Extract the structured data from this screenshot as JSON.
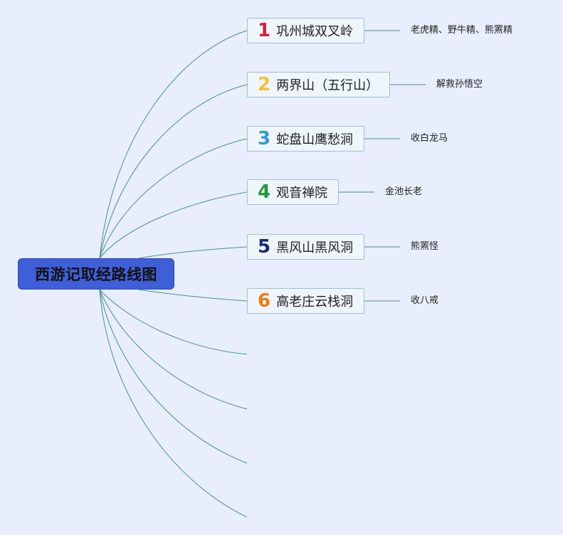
{
  "root": {
    "label": "西游记取经路线图"
  },
  "stops": [
    {
      "num": "1",
      "color": "#d6213a",
      "label": "巩州城双叉岭",
      "detail": "老虎精、野牛精、熊罴精"
    },
    {
      "num": "2",
      "color": "#f2c230",
      "label": "两界山（五行山）",
      "detail": "解救孙悟空"
    },
    {
      "num": "3",
      "color": "#2e9bd6",
      "label": "蛇盘山鹰愁涧",
      "detail": "收白龙马"
    },
    {
      "num": "4",
      "color": "#1f9b3a",
      "label": "观音禅院",
      "detail": "金池长老"
    },
    {
      "num": "5",
      "color": "#1a2a7a",
      "label": "黑风山黑风洞",
      "detail": "熊罴怪"
    },
    {
      "num": "6",
      "color": "#f07a1a",
      "label": "高老庄云栈洞",
      "detail": "收八戒"
    }
  ],
  "colors": {
    "background": "#e8eefc",
    "root": "#3f5fd8",
    "branch": "#4d8f8a",
    "node_border": "#9cc3cc"
  }
}
